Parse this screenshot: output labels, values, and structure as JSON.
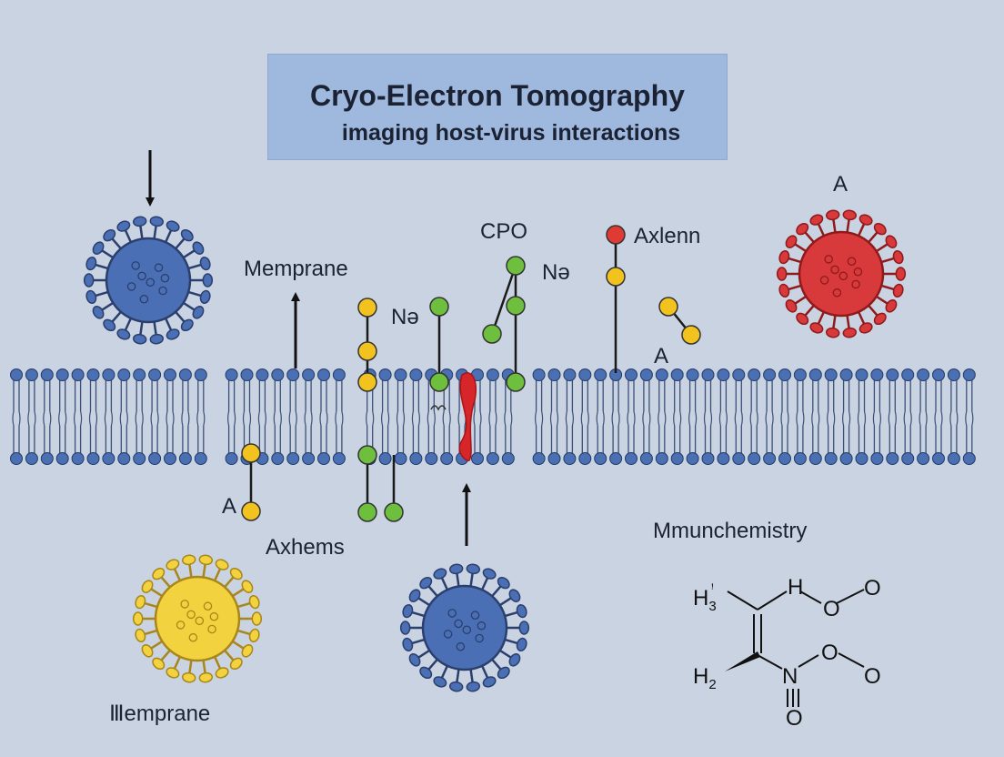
{
  "title": "Cryo-Electron Tomography",
  "subtitle": "imaging host-virus interactions",
  "labels": {
    "membrane_top": "Memprane",
    "membrane_bottom": "Ⅲemprane",
    "cpo": "CPO",
    "na_left": "Nə",
    "na_right": "Nə",
    "axlenn": "Axlenn",
    "a_top": "A",
    "a_mid": "A",
    "a_left": "A",
    "axhems": "Axhems",
    "mmunchemistry": "Mmunchemistry"
  },
  "chemistry": {
    "h3": "H",
    "h3_sub": "3",
    "h3_sup": "ꜝ",
    "h_top": "H",
    "o1": "O",
    "o2": "O",
    "o3": "O",
    "o4": "O",
    "h2": "H",
    "h2_sub": "2",
    "n": "N",
    "o_bottom": "O"
  },
  "colors": {
    "background": "#c9d3e1",
    "title_box": "#9fb8de",
    "lipid_head": "#4a6fb3",
    "virus_blue": "#4a6fb5",
    "virus_red": "#d8393a",
    "virus_yellow": "#f3d23f",
    "node_yellow": "#f2c21f",
    "node_green": "#6fbf3e",
    "node_red": "#e03a34",
    "channel_red": "#d6262a"
  },
  "icons": [
    "virus-blue-icon",
    "virus-red-icon",
    "virus-yellow-icon",
    "arrow-icon"
  ]
}
